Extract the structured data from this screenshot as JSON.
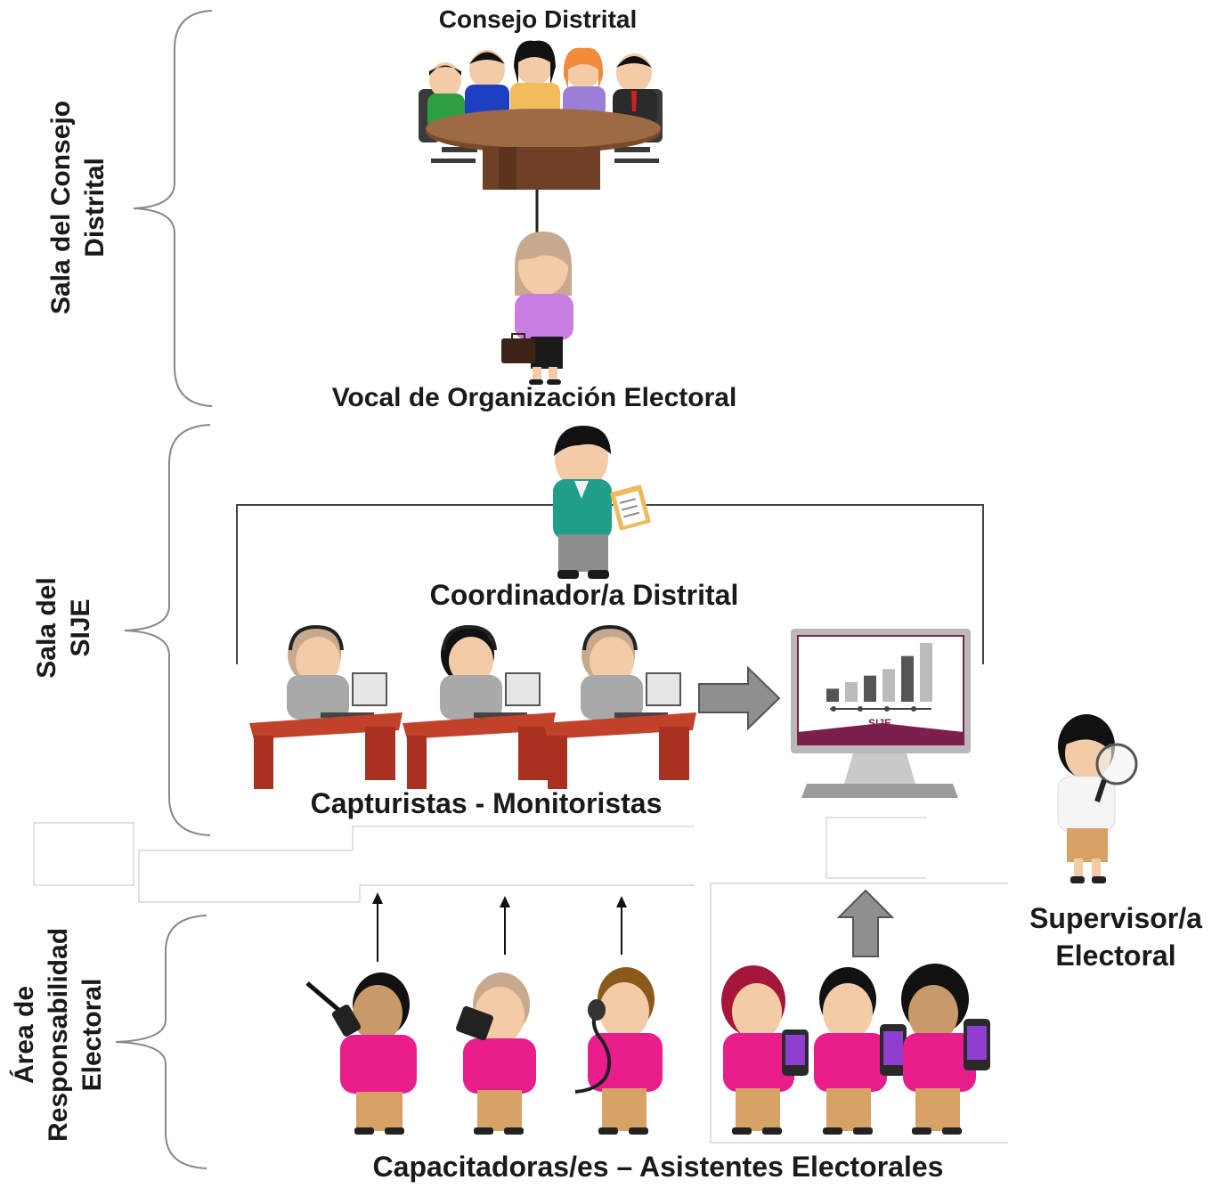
{
  "sections": {
    "sala_consejo": {
      "label_line1": "Sala del Consejo",
      "label_line2": "Distrital"
    },
    "sala_sije": {
      "label_line1": "Sala del",
      "label_line2": "SIJE"
    },
    "area": {
      "label_line1": "Área de",
      "label_line2": "Responsabilidad",
      "label_line3": "Electoral"
    }
  },
  "nodes": {
    "consejo": "Consejo Distrital",
    "vocal": "Vocal de Organización Electoral",
    "coordinador": "Coordinador/a Distrital",
    "capturistas": "Capturistas - Monitoristas",
    "supervisor_line1": "Supervisor/a",
    "supervisor_line2": "Electoral",
    "capacitadores": "Capacitadoras/es – Asistentes Electorales"
  },
  "monitor": {
    "screen_label": "SIJE",
    "bar_values": [
      2,
      3,
      4,
      5,
      7,
      9
    ]
  },
  "colors": {
    "capacitador_shirt": "#e91e8c",
    "capturista_shirt": "#a9a9a9",
    "coordinador_jacket": "#1f9e89",
    "vocal_blouse": "#c77ee0",
    "supervisor_shirt": "#f5f5f5",
    "desk": "#a8321f",
    "table": "#8a5a35",
    "brand": "#7b1f4e"
  }
}
